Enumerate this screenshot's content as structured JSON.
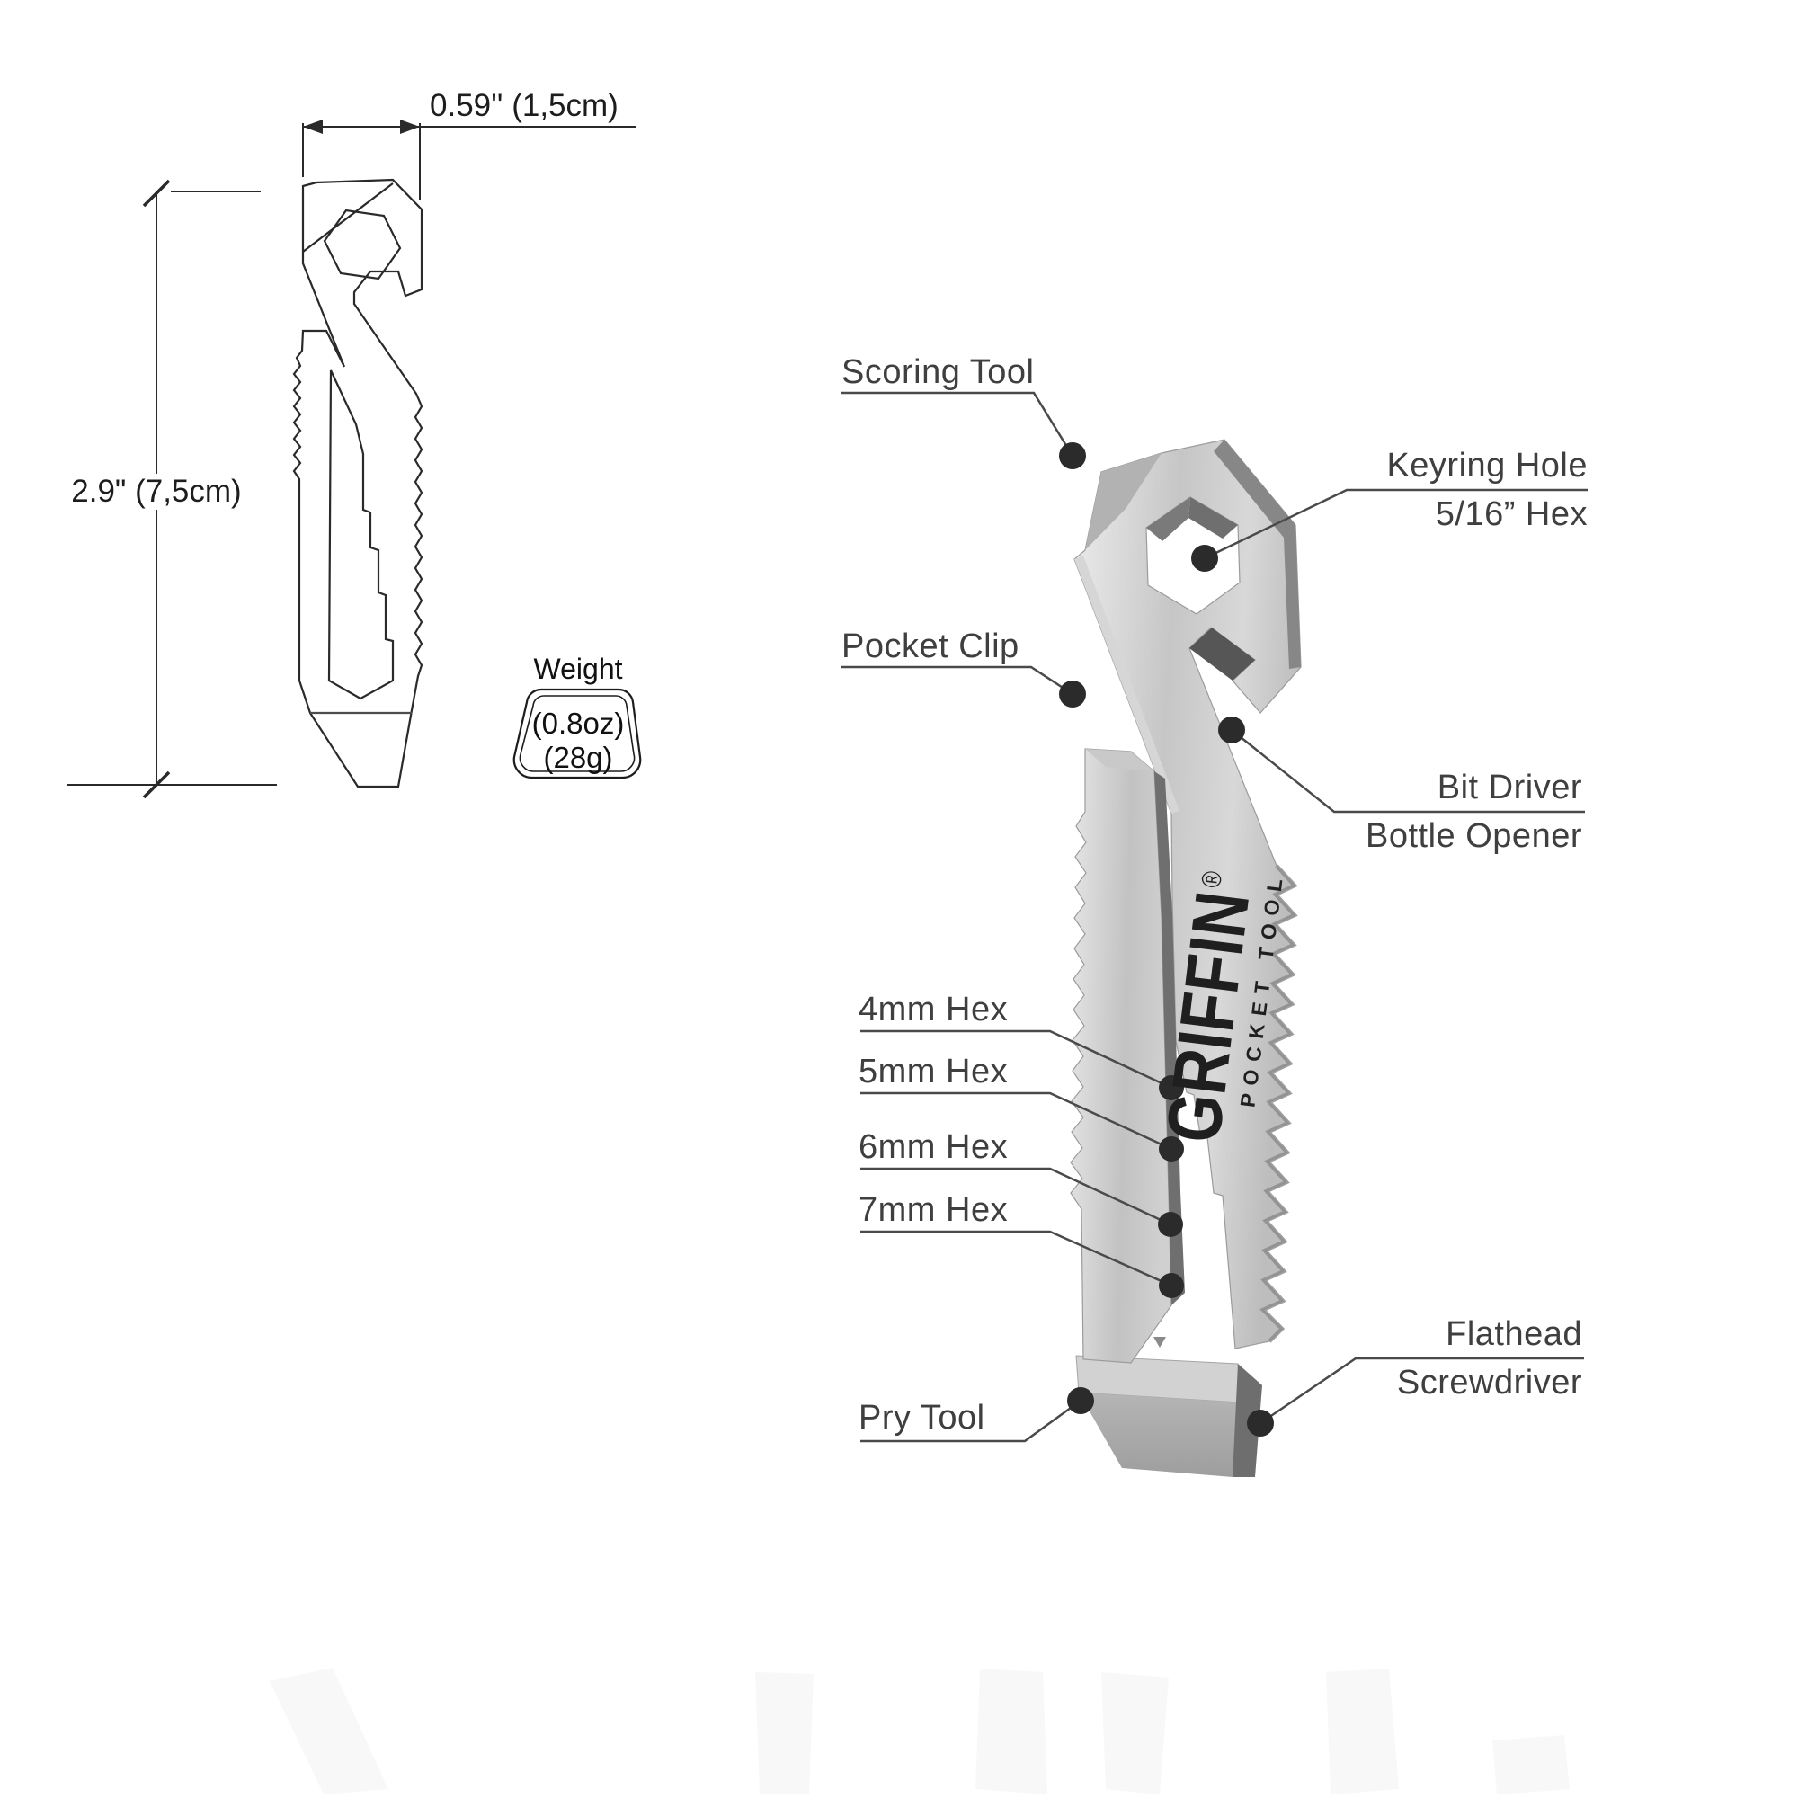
{
  "dimensions": {
    "width_label": "0.59'' (1,5cm)",
    "height_label": "2.9\" (7,5cm)"
  },
  "weight": {
    "title": "Weight",
    "line1": "(0.8oz)",
    "line2": "(28g)"
  },
  "logo": {
    "brand": "GRIFFIN",
    "registered": "®",
    "subtitle": "POCKET TOOL"
  },
  "callouts": {
    "scoring_tool": "Scoring Tool",
    "keyring_hole_line1": "Keyring Hole",
    "keyring_hole_line2": "5/16” Hex",
    "pocket_clip": "Pocket Clip",
    "bit_driver_line1": "Bit Driver",
    "bit_driver_line2": "Bottle Opener",
    "hex_4mm": "4mm Hex",
    "hex_5mm": "5mm Hex",
    "hex_6mm": "6mm Hex",
    "hex_7mm": "7mm Hex",
    "pry_tool": "Pry Tool",
    "flathead_line1": "Flathead",
    "flathead_line2": "Screwdriver"
  },
  "colors": {
    "ink": "#2a2a2a",
    "label": "#3f3f3f",
    "leader": "#4a4a4a",
    "dot": "#2b2b2b",
    "logo-ink": "#1f1f1f"
  }
}
